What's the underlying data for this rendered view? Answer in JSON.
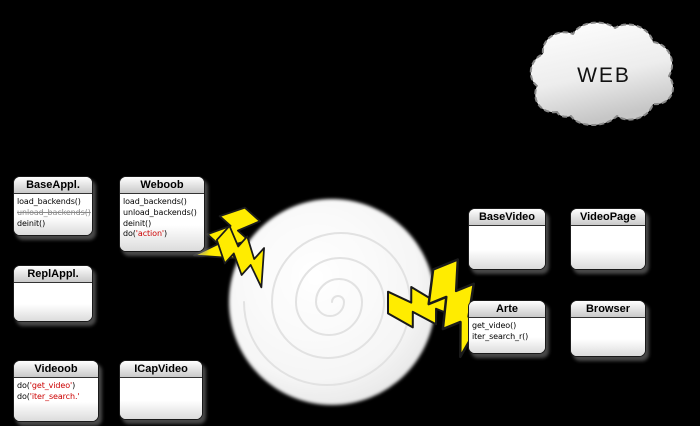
{
  "diagram_title": "weboob-video-architecture",
  "colors": {
    "background": "#000000",
    "bolt_fill": "#ffec00",
    "bolt_stroke": "#1a1a1a",
    "method_highlight": "#cc0000",
    "method_disabled": "#8a8a8a",
    "spiral_line": "#e2e2e2",
    "cloud_outline": "#8a8a8a"
  },
  "cloud": {
    "label": "WEB"
  },
  "shapes": {
    "cloud": "web-cloud",
    "swirl": "web-swirl-spiral",
    "bolts": [
      "lightning-bolt",
      "lightning-bolt",
      "lightning-bolt",
      "lightning-bolt"
    ]
  },
  "classes": [
    {
      "id": "baseappl",
      "title": "BaseAppl.",
      "methods": [
        {
          "parts": [
            {
              "t": "load_backends()"
            }
          ]
        },
        {
          "parts": [
            {
              "t": "unload_backends()",
              "c": "#8a8a8a",
              "strike": true
            }
          ]
        },
        {
          "parts": [
            {
              "t": "deinit()"
            }
          ]
        }
      ]
    },
    {
      "id": "weboob",
      "title": "Weboob",
      "methods": [
        {
          "parts": [
            {
              "t": "load_backends()"
            }
          ]
        },
        {
          "parts": [
            {
              "t": "unload_backends()"
            }
          ]
        },
        {
          "parts": [
            {
              "t": "deinit()"
            }
          ]
        },
        {
          "parts": [
            {
              "t": "do("
            },
            {
              "t": "'action'",
              "c": "#cc0000"
            },
            {
              "t": ")"
            }
          ]
        }
      ]
    },
    {
      "id": "replappl",
      "title": "ReplAppl.",
      "methods": []
    },
    {
      "id": "videoob",
      "title": "Videoob",
      "methods": [
        {
          "parts": [
            {
              "t": "do("
            },
            {
              "t": "'get_video'",
              "c": "#cc0000"
            },
            {
              "t": ")"
            }
          ]
        },
        {
          "parts": [
            {
              "t": "do("
            },
            {
              "t": "'iter_search.'",
              "c": "#cc0000"
            }
          ]
        }
      ]
    },
    {
      "id": "icapvideo",
      "title": "ICapVideo",
      "methods": []
    },
    {
      "id": "basevideo",
      "title": "BaseVideo",
      "methods": []
    },
    {
      "id": "videopage",
      "title": "VideoPage",
      "methods": []
    },
    {
      "id": "arte",
      "title": "Arte",
      "methods": [
        {
          "parts": [
            {
              "t": "get_video()"
            }
          ]
        },
        {
          "parts": [
            {
              "t": "iter_search_r()"
            }
          ]
        }
      ]
    },
    {
      "id": "browser",
      "title": "Browser",
      "methods": []
    }
  ]
}
